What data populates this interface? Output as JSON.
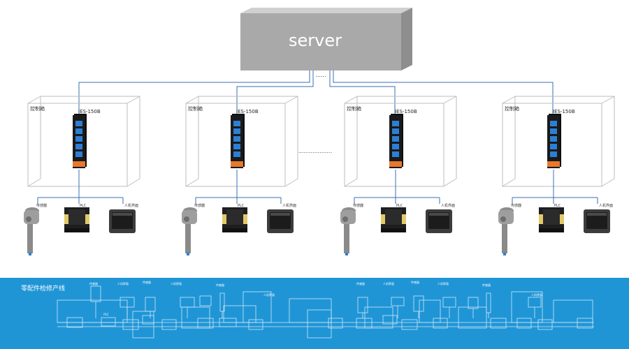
{
  "server": {
    "label": "server"
  },
  "link_ellipsis": "......",
  "between_boxes_ellipsis": "...................",
  "cabinets": [
    {
      "cabinet_label": "控制箱",
      "switch_label": "IES-150B",
      "sensor_label": "传感器",
      "plc_label": "PLC",
      "hmi_label": "人机界面"
    },
    {
      "cabinet_label": "控制箱",
      "switch_label": "IES-150B",
      "sensor_label": "传感器",
      "plc_label": "PLC",
      "hmi_label": "人机界面"
    },
    {
      "cabinet_label": "控制箱",
      "switch_label": "IES-150B",
      "sensor_label": "传感器",
      "plc_label": "PLC",
      "hmi_label": "人机界面"
    },
    {
      "cabinet_label": "控制箱",
      "switch_label": "IES-150B",
      "sensor_label": "传感器",
      "plc_label": "PLC",
      "hmi_label": "人机界面"
    }
  ],
  "production_line": {
    "title": "零配件检修产线",
    "background": "#1f95d6",
    "labels": [
      "传感器",
      "人机界面",
      "传感器",
      "人机界面",
      "传感器",
      "PLC",
      "人机界面",
      "传感器",
      "人机界面",
      "传感器",
      "人机界面",
      "传感器",
      "人机界面"
    ]
  },
  "colors": {
    "server_front": "#a9a9a9",
    "link": "#3a6fb0",
    "cabinet_edge": "#bdbdbd",
    "switch_body": "#1a1a1a",
    "switch_accent": "#e8792a",
    "port": "#2c7fd4"
  }
}
